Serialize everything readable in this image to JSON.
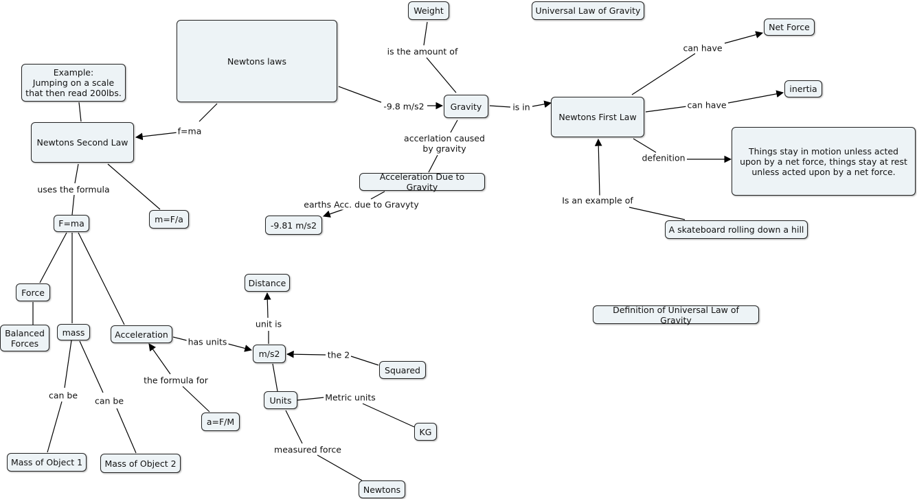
{
  "nodes": {
    "newtons_laws": "Newtons laws",
    "weight": "Weight",
    "universal_law": "Universal Law of Gravity",
    "net_force": "Net Force",
    "inertia": "inertia",
    "example": "Example:\nJumping on a scale\nthat then read 200lbs.",
    "gravity": "Gravity",
    "newtons_first_law": "Newtons First Law",
    "newtons_second_law": "Newtons Second Law",
    "first_law_definition": "Things stay in motion unless acted\nupon by a net force, things stay at rest\nunless acted upon by a net force.",
    "accel_due_gravity": "Acceleration Due to Gravity",
    "minus_981": "-9.81 m/s2",
    "skateboard": "A skateboard rolling down a hill",
    "f_ma": "F=ma",
    "m_fa": "m=F/a",
    "distance": "Distance",
    "force": "Force",
    "definition_universal": "Definition of Universal Law of Gravity",
    "balanced_forces": "Balanced\nForces",
    "mass": "mass",
    "acceleration": "Acceleration",
    "m_s2": "m/s2",
    "squared": "Squared",
    "units": "Units",
    "a_fm": "a=F/M",
    "kg": "KG",
    "mass_obj1": "Mass of Object 1",
    "mass_obj2": "Mass of Object 2",
    "newtons": "Newtons"
  },
  "labels": {
    "is_amount_of": "is the amount of",
    "minus_98": "-9.8 m/s2",
    "is_in": "is in",
    "can_have_1": "can have",
    "can_have_2": "can have",
    "f_ma_link": "f=ma",
    "accel_caused": "accerlation caused\nby gravity",
    "defenition": "defenition",
    "earths_acc": "earths Acc. due to Gravyty",
    "uses_formula": "uses the formula",
    "is_example_of": "Is an example of",
    "unit_is": "unit is",
    "has_units": "has units",
    "the_2": "the 2",
    "formula_for": "the formula for",
    "metric_units": "Metric units",
    "can_be_1": "can be",
    "can_be_2": "can be",
    "measured_force": "measured force"
  }
}
